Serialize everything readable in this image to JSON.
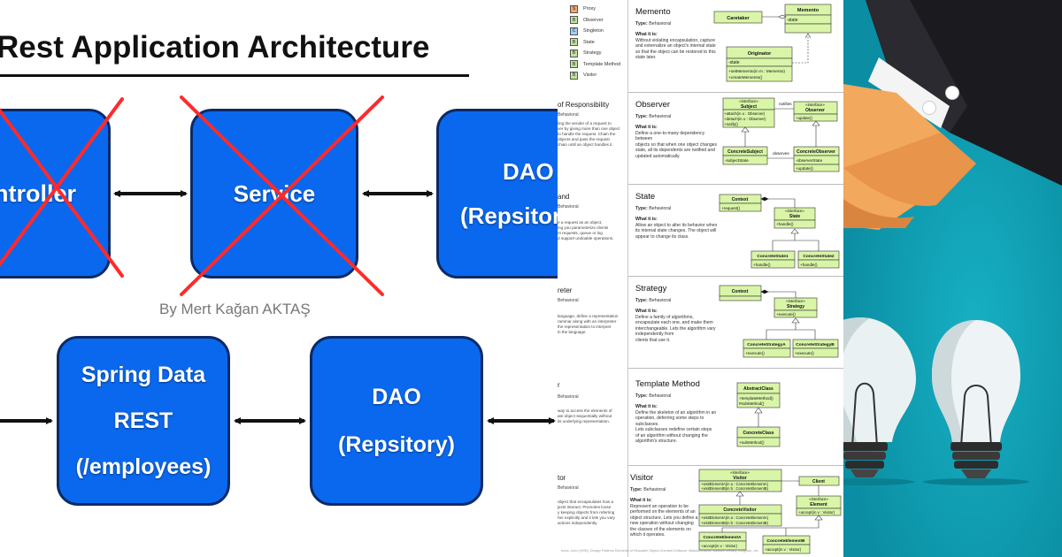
{
  "architecture": {
    "title": "Rest Application Architecture",
    "byline": "By Mert Kağan AKTAŞ",
    "blocks": {
      "controller": [
        "Controller"
      ],
      "service": [
        "Service"
      ],
      "dao_top": [
        "DAO",
        "(Repsitory)"
      ],
      "spring": [
        "Spring Data",
        "REST",
        "(/employees)"
      ],
      "dao_bottom": [
        "DAO",
        "(Repsitory)"
      ]
    }
  },
  "legend": [
    {
      "letter": "S",
      "label": "Proxy",
      "color": "#f3a56c"
    },
    {
      "letter": "B",
      "label": "Observer",
      "color": "#bde59a"
    },
    {
      "letter": "C",
      "label": "Singleton",
      "color": "#9fd0ee"
    },
    {
      "letter": "B",
      "label": "State",
      "color": "#bde59a"
    },
    {
      "letter": "B",
      "label": "Strategy",
      "color": "#bde59a"
    },
    {
      "letter": "B",
      "label": "Template Method",
      "color": "#bde59a"
    },
    {
      "letter": "B",
      "label": "Visitor",
      "color": "#bde59a"
    }
  ],
  "left_column": [
    {
      "title": "of Responsibility",
      "type": "Behavioral",
      "lines": [
        "ling the sender of a request to",
        "ver by giving more than one object",
        "to handle the request. Chain the",
        "objects and pass the request",
        "chain until an object handles it."
      ]
    },
    {
      "title": "and",
      "type": "Behavioral",
      "lines": [
        "e a request as an object,",
        "ing you parameterize clients",
        "nt requests, queue or log",
        "d support undoable operations."
      ]
    },
    {
      "title": "reter",
      "type": "Behavioral",
      "lines": [
        "language, define a representation",
        "rammar along with an interpreter",
        "the representation to interpret",
        "in the language."
      ]
    },
    {
      "title": "r",
      "type": "Behavioral",
      "lines": [
        "way to access the elements of",
        "ate object sequentially without",
        "its underlying representation."
      ]
    },
    {
      "title": "tor",
      "type": "Behavioral",
      "lines": [
        "object that encapsulates how a",
        "jects interact. Promotes loose",
        "y keeping objects from referring",
        "her explicitly and it lets you vary",
        "actions independently."
      ]
    }
  ],
  "type_label": "Type:",
  "what_label": "What it is:",
  "citation": "mma, John (1995). Design Patterns Elements of Reusable Object-Oriented Software. Massachusetts: Addison Wesley Longman, Inc.",
  "patterns": [
    {
      "name": "Memento",
      "type": "Behavioral",
      "desc": [
        "Without violating encapsulation, capture",
        "and externalize an object's internal state",
        "so that the object can be restored to this",
        "state later."
      ],
      "diagram": {
        "caretaker": "Caretaker",
        "memento": "Memento",
        "memento_attr": "-state",
        "originator": "Originator",
        "originator_attr": "-state",
        "originator_ops": [
          "+setMemento(in m : Memento)",
          "+createMemento()"
        ]
      }
    },
    {
      "name": "Observer",
      "type": "Behavioral",
      "desc": [
        "Define a one-to-many dependency between",
        "objects so that when one object changes",
        "state, all its dependents are notified and",
        "updated automatically."
      ],
      "diagram": {
        "stereotype": "«interface»",
        "subject": "Subject",
        "subject_ops": [
          "+attach(in o : Observer)",
          "+detach(in o : Observer)",
          "+notify()"
        ],
        "observer": "Observer",
        "observer_ops": [
          "+update()"
        ],
        "notifies": "notifies",
        "observes": "observes",
        "concrete_subject": "ConcreteSubject",
        "cs_attr": "-subjectState",
        "concrete_observer": "ConcreteObserver",
        "co_attr": "-observerState",
        "co_ops": [
          "+update()"
        ]
      }
    },
    {
      "name": "State",
      "type": "Behavioral",
      "desc": [
        "Allow an object to alter its behavior when",
        "its internal state changes. The object will",
        "appear to change its class."
      ],
      "diagram": {
        "context": "Context",
        "context_ops": [
          "+request()"
        ],
        "stereotype": "«interface»",
        "state": "State",
        "state_ops": [
          "+handle()"
        ],
        "cs1": "ConcreteState1",
        "cs1_ops": [
          "+handle()"
        ],
        "cs2": "ConcreteState2",
        "cs2_ops": [
          "+handle()"
        ]
      }
    },
    {
      "name": "Strategy",
      "type": "Behavioral",
      "desc": [
        "Define a family of algorithms,",
        "encapsulate each one, and make them",
        "interchangeable. Lets the algorithm vary",
        "independently from",
        "clients that use it."
      ],
      "diagram": {
        "context": "Context",
        "stereotype": "«interface»",
        "strategy": "Strategy",
        "strategy_ops": [
          "+execute()"
        ],
        "csa": "ConcreteStrategyA",
        "csa_ops": [
          "+execute()"
        ],
        "csb": "ConcreteStrategyB",
        "csb_ops": [
          "+execute()"
        ]
      }
    },
    {
      "name": "Template Method",
      "type": "Behavioral",
      "desc": [
        "Define the skeleton of an algorithm in an",
        "operation, deferring some steps to subclasses.",
        "Lets subclasses redefine certain steps",
        "of an algorithm without changing the",
        "algorithm's structure."
      ],
      "diagram": {
        "abstract": "AbstractClass",
        "abstract_ops": [
          "+templateMethod()",
          "#subMethod()"
        ],
        "concrete": "ConcreteClass",
        "concrete_ops": [
          "+subMethod()"
        ]
      }
    },
    {
      "name": "Visitor",
      "type": "Behavioral",
      "desc": [
        "Represent an operation to be",
        "performed on the elements of an",
        "object structure. Lets you define a",
        "new operation without changing",
        "the classes of the elements on",
        "which it operates."
      ],
      "diagram": {
        "stereotype": "«interface»",
        "visitor": "Visitor",
        "visitor_ops": [
          "+visitElementA(in a : ConcreteElementA)",
          "+visitElementB(in b : ConcreteElementB)"
        ],
        "client": "Client",
        "element": "Element",
        "element_ops": [
          "+accept(in v : Visitor)"
        ],
        "concrete_visitor": "ConcreteVisitor",
        "cv_ops": [
          "+visitElementA(in a : ConcreteElementA)",
          "+visitElementB(in b : ConcreteElementB)"
        ],
        "cea": "ConcreteElementA",
        "cea_ops": [
          "+accept(in v : Visitor)"
        ],
        "ceb": "ConcreteElementB",
        "ceb_ops": [
          "+accept(in v : Visitor)"
        ]
      }
    }
  ],
  "colors": {
    "block_fill": "#0a68ee",
    "block_border": "#0b2a66",
    "cross": "#ff2a2a",
    "uml_fill": "#d9f5a8",
    "teal_bg": "#0e9ab0"
  }
}
